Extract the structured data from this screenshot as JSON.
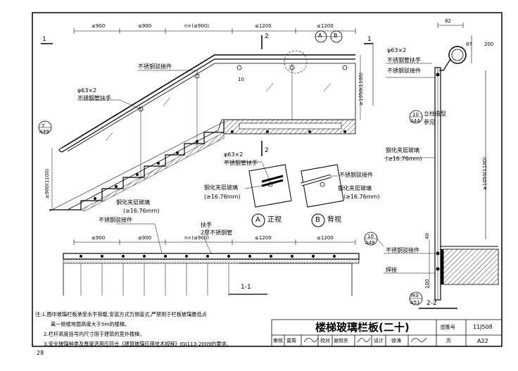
{
  "sheet": {
    "title": "楼梯玻璃栏板(二十)",
    "atlas_label": "图集号",
    "atlas_no": "11J508",
    "page_label": "页",
    "page_no": "A22",
    "page_outer": "28"
  },
  "approvals": {
    "review_label": "审核",
    "reviewer": "雷周",
    "check_label": "校对",
    "checker": "谢旭东",
    "design_label": "设计",
    "designer": "徐涛"
  },
  "notes": [
    "注:1.图中玻璃栏板承受水平荷载,安装方式为侧装式,严禁用于栏板玻璃最低点",
    "离一侧楼地面高度大于5m的楼梯。",
    "2.栏杆高度括号内尺寸用于建筑的室外楼梯。",
    "3.安全玻璃种类及厚度选用应符合《建筑玻璃应用技术规程》JGJ113-2009的要求。"
  ],
  "elevation": {
    "section_mark_left": "1",
    "section_mark_right": "1",
    "cut_mark_top": "2",
    "cut_mark_bottom": "2",
    "dims_top": [
      "≤900",
      "≤900",
      "n×(≤900)",
      "≤1200",
      "≤1200"
    ],
    "label_connector": "不锈钢驳接件",
    "label_pipe_1": "φ63×2",
    "label_pipe_2": "不锈钢管扶手",
    "label_glass_1": "钢化夹层玻璃",
    "label_glass_2": "(≥16.76mm)",
    "dim_height": "≥900(1100)",
    "dim_height_right": "≥1050(1100)",
    "dim_10": "10",
    "detail_ref": {
      "num": "7",
      "sheet": "A49"
    },
    "callout_a": "A",
    "callout_b": "B"
  },
  "details": {
    "pipe_1": "φ63×2",
    "pipe_2": "不锈钢管扶手",
    "glass_1": "钢化夹层玻璃",
    "glass_2": "(≥16.76mm)",
    "connector": "不锈钢驳接件",
    "front_letter": "A",
    "front_label": "正视",
    "back_letter": "B",
    "back_label": "背视"
  },
  "section11": {
    "connector": "不锈钢驳接件",
    "handrail_1": "扶手",
    "handrail_2": "2厚不锈钢管",
    "dims": [
      "≤900",
      "≤900",
      "n×(≤900)",
      "≤1200",
      "≤1200"
    ],
    "title": "1-1"
  },
  "section22": {
    "dim_82": "82",
    "dim_87": "87",
    "dim_200": "200",
    "pipe_1": "φ63×2",
    "pipe_2": "不锈钢管扶手",
    "connector": "不锈钢驳接件",
    "post_ref": {
      "num": "10",
      "sheet": "A44"
    },
    "post_label_1": "立柱造型",
    "post_label_2": "参见",
    "glass_1": "钢化夹层玻璃",
    "glass_2": "(≥16.76mm)",
    "dim_height": "≥1050(1100)",
    "ref_a48": {
      "num": "10",
      "sheet": "A48"
    },
    "connector_2": "不锈钢驳接件",
    "weld": "焊接",
    "dim_40": "40",
    "dim_100": "100",
    "ref_m3": {
      "num": "M3",
      "sheet": "A51"
    },
    "title": "2-2"
  }
}
